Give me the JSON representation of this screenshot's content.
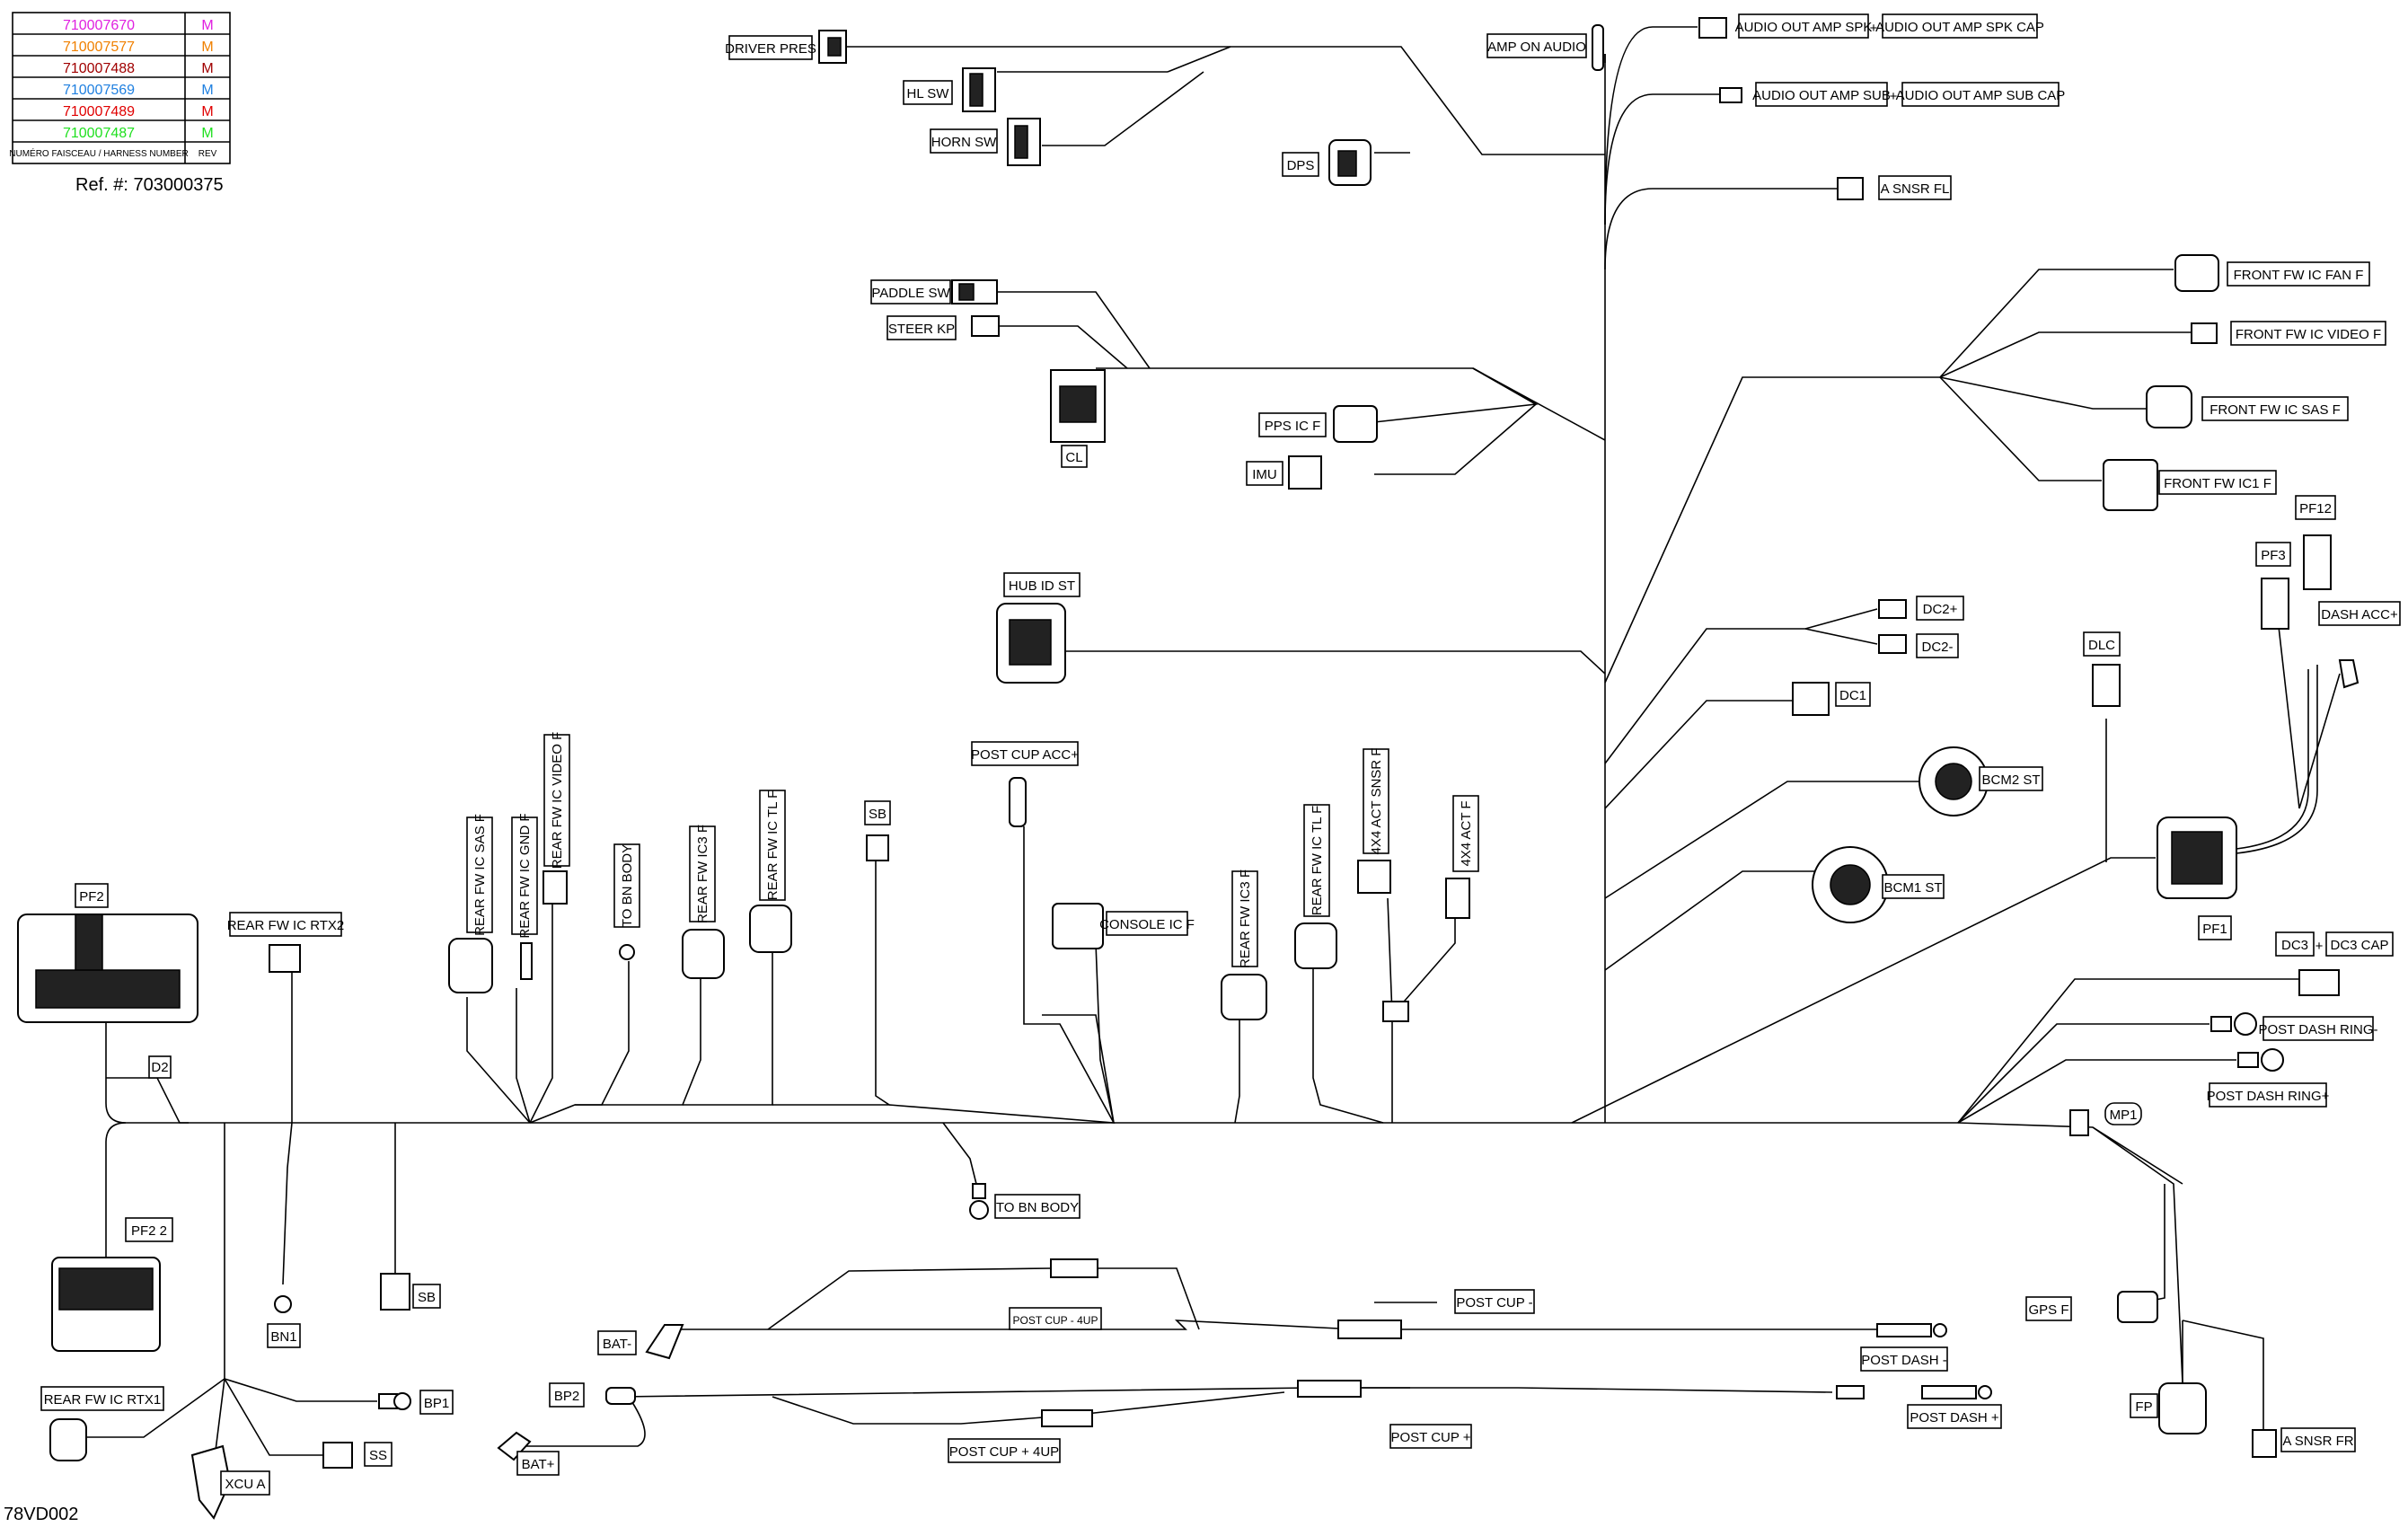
{
  "harness_table": {
    "rows": [
      {
        "number": "710007670",
        "rev": "M",
        "color": "#e020e0"
      },
      {
        "number": "710007577",
        "rev": "M",
        "color": "#f08000"
      },
      {
        "number": "710007488",
        "rev": "M",
        "color": "#a00000"
      },
      {
        "number": "710007569",
        "rev": "M",
        "color": "#2080e0"
      },
      {
        "number": "710007489",
        "rev": "M",
        "color": "#e00000"
      },
      {
        "number": "710007487",
        "rev": "M",
        "color": "#20e020"
      }
    ],
    "header_number": "NUMÉRO FAISCEAU / HARNESS NUMBER",
    "header_rev": "REV"
  },
  "ref_text": "Ref. #:  703000375",
  "drawing_id": "78VD002",
  "labels": {
    "driver_pres": "DRIVER PRES",
    "hl_sw": "HL SW",
    "horn_sw": "HORN SW",
    "amp_on_audio": "AMP ON AUDIO",
    "audio_out_amp_spk": "AUDIO OUT AMP SPK",
    "audio_out_amp_spk_cap": "AUDIO OUT AMP SPK CAP",
    "audio_out_amp_sub": "AUDIO OUT AMP SUB",
    "audio_out_amp_sub_cap": "AUDIO OUT AMP SUB CAP",
    "plus": "+",
    "dps": "DPS",
    "a_snsr_fl": "A SNSR FL",
    "paddle_sw": "PADDLE SW",
    "steer_kp": "STEER KP",
    "cl": "CL",
    "pps_ic_f": "PPS IC F",
    "imu": "IMU",
    "front_fw_ic_fan_f": "FRONT FW IC FAN F",
    "front_fw_ic_video_f": "FRONT FW IC VIDEO F",
    "front_fw_ic_sas_f": "FRONT FW IC SAS F",
    "front_fw_ic1_f": "FRONT FW IC1 F",
    "pf12": "PF12",
    "pf3": "PF3",
    "dash_acc_plus": "DASH ACC+",
    "hub_id_st": "HUB ID ST",
    "dc2_plus": "DC2+",
    "dc2_minus": "DC2-",
    "dc1": "DC1",
    "dlc": "DLC",
    "bcm2_st": "BCM2 ST",
    "bcm1_st": "BCM1 ST",
    "pf1": "PF1",
    "dc3": "DC3",
    "dc3_cap": "DC3 CAP",
    "post_dash_ring_minus": "POST DASH RING-",
    "post_dash_ring_plus": "POST DASH RING+",
    "mp1": "MP1",
    "post_cup_acc_plus": "POST CUP ACC+",
    "console_ic_f": "CONSOLE IC F",
    "sb": "SB",
    "rear_fw_ic_sas_f": "REAR FW IC SAS F",
    "rear_fw_ic_gnd_f": "REAR FW IC GND F",
    "rear_fw_ic_video_f": "REAR FW IC VIDEO F",
    "to_bn_body": "TO BN BODY",
    "rear_fw_ic3_f": "REAR FW IC3 F",
    "rear_fw_ic_tl_f": "REAR FW IC TL F",
    "act_snsr_4x4_f": "4X4 ACT SNSR F",
    "act_4x4_f": "4X4 ACT F",
    "pf2": "PF2",
    "rear_fw_ic_rtx2": "REAR FW IC RTX2",
    "d2": "D2",
    "pf2_2": "PF2 2",
    "bn1": "BN1",
    "rear_fw_ic_rtx1": "REAR FW IC RTX1",
    "bp1": "BP1",
    "ss": "SS",
    "xcu_a": "XCU A",
    "bat_minus": "BAT-",
    "bp2": "BP2",
    "bat_plus": "BAT+",
    "post_cup_4up": "POST CUP - 4UP",
    "post_cup_minus": "POST CUP -",
    "post_dash_minus": "POST DASH -",
    "post_cup_plus": "POST CUP +",
    "post_cup_plus_4up": "POST CUP + 4UP",
    "post_dash_plus": "POST DASH +",
    "gps_f": "GPS F",
    "fp": "FP",
    "a_snsr_fr": "A SNSR FR"
  }
}
